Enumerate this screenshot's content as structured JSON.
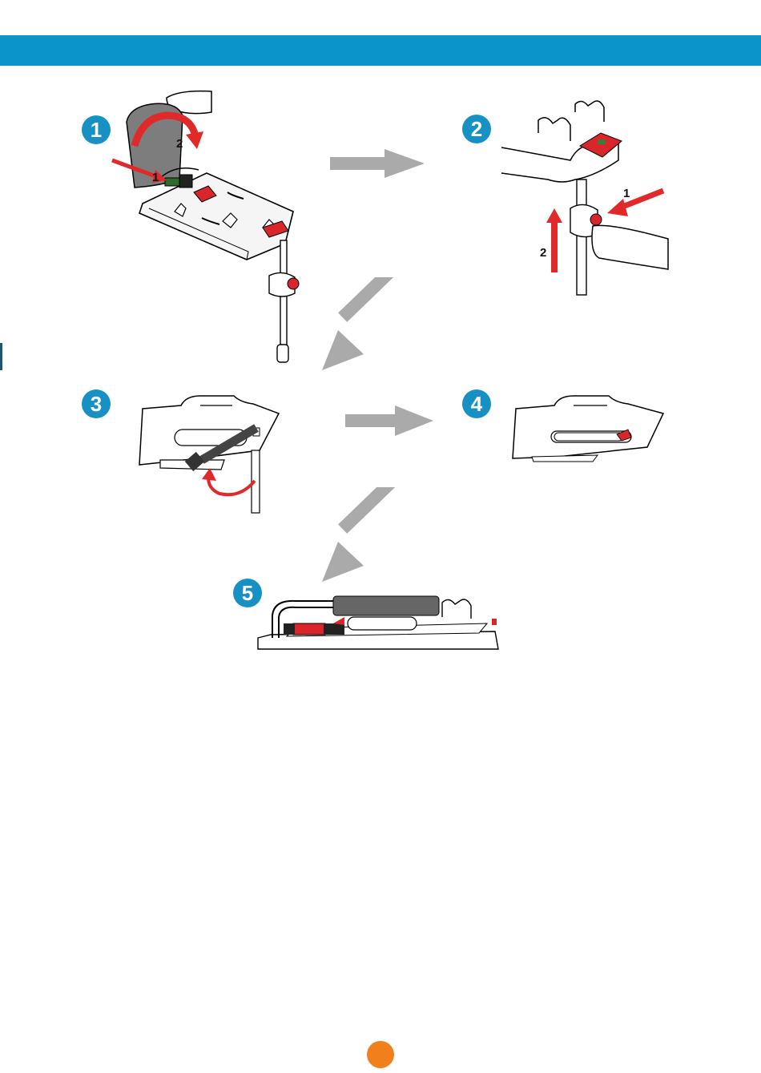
{
  "header": {
    "color": "#0a94c8"
  },
  "steps": [
    {
      "number": "1",
      "callouts": [
        "1",
        "2"
      ]
    },
    {
      "number": "2",
      "callouts": [
        "1",
        "2"
      ]
    },
    {
      "number": "3"
    },
    {
      "number": "4"
    },
    {
      "number": "5"
    }
  ],
  "colors": {
    "badge": "#1791c4",
    "callout_arrow": "#e02a2a",
    "flow_arrow": "#aaaaaa",
    "highlight_part": "#d8262a",
    "page_marker": "#f07f1c"
  },
  "icons": {
    "flow_arrows": [
      "arrow-right-icon",
      "arrow-down-left-icon",
      "arrow-right-icon",
      "arrow-down-left-icon"
    ],
    "rotate": "curved-arrow-icon"
  }
}
